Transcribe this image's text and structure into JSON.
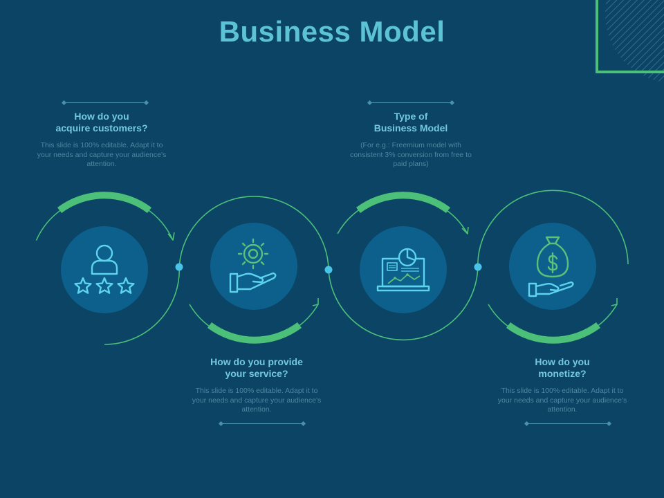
{
  "slide": {
    "title": "Business Model"
  },
  "steps": [
    {
      "heading": "How do you\nacquire customers?",
      "body": "This slide is 100% editable. Adapt it to your needs and capture your audience's attention.",
      "icon": "customer-rating-icon"
    },
    {
      "heading": "How do you provide\nyour service?",
      "body": "This slide is 100% editable. Adapt it to your needs and capture your audience's attention.",
      "icon": "gear-in-hand-icon"
    },
    {
      "heading": "Type of\nBusiness Model",
      "body": "(For e.g.: Freemium model with consistent 3% conversion from free to paid plans)",
      "icon": "analytics-laptop-icon"
    },
    {
      "heading": "How do you\nmonetize?",
      "body": "This slide is 100% editable. Adapt it to your needs and capture your audience's attention.",
      "icon": "money-bag-in-hand-icon"
    }
  ],
  "colors": {
    "background": "#0b4464",
    "title": "#5cc3d6",
    "accent_green": "#4cc079",
    "ring": "#2f8fb8",
    "circle_fill": "#0d5f8c",
    "connector_dot": "#49c4e8",
    "icon_stroke": "#5dd3ee",
    "icon_green": "#5cc079",
    "muted_text": "#4f86a0"
  }
}
